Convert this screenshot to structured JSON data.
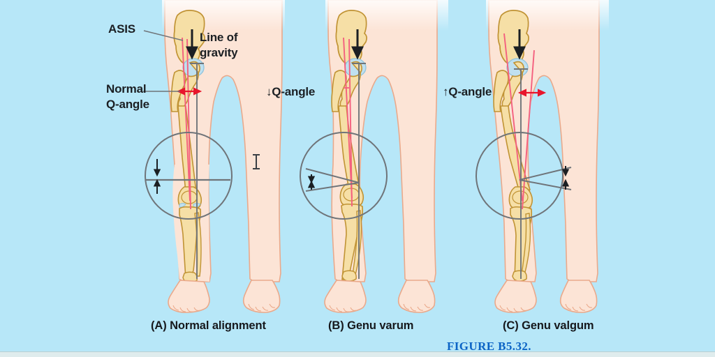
{
  "figure": {
    "background_color": "#b7e7f8",
    "skin_color": "#fce4d6",
    "skin_outline_color": "#e8a98c",
    "bone_fill_color": "#f6dfa6",
    "bone_outline_color": "#c09334",
    "joint_blue_color": "#bfe0f0",
    "q_line_color": "#f4607f",
    "gravity_line_color": "#6f7479",
    "caption_accent_color": "#0b63c5",
    "figure_caption": "FIGURE B5.32."
  },
  "annotations": {
    "asis": "ASIS",
    "line_of_gravity_line1": "Line of",
    "line_of_gravity_line2": "gravity",
    "normal_q_line1": "Normal",
    "normal_q_line2": "Q-angle",
    "decreased_q_angle": "↓Q-angle",
    "increased_q_angle": "↑Q-angle"
  },
  "panels": [
    {
      "id": "A",
      "caption": "(A) Normal alignment",
      "condition": "normal-alignment"
    },
    {
      "id": "B",
      "caption": "(B) Genu varum",
      "condition": "genu-varum"
    },
    {
      "id": "C",
      "caption": "(C) Genu valgum",
      "condition": "genu-valgum"
    }
  ]
}
